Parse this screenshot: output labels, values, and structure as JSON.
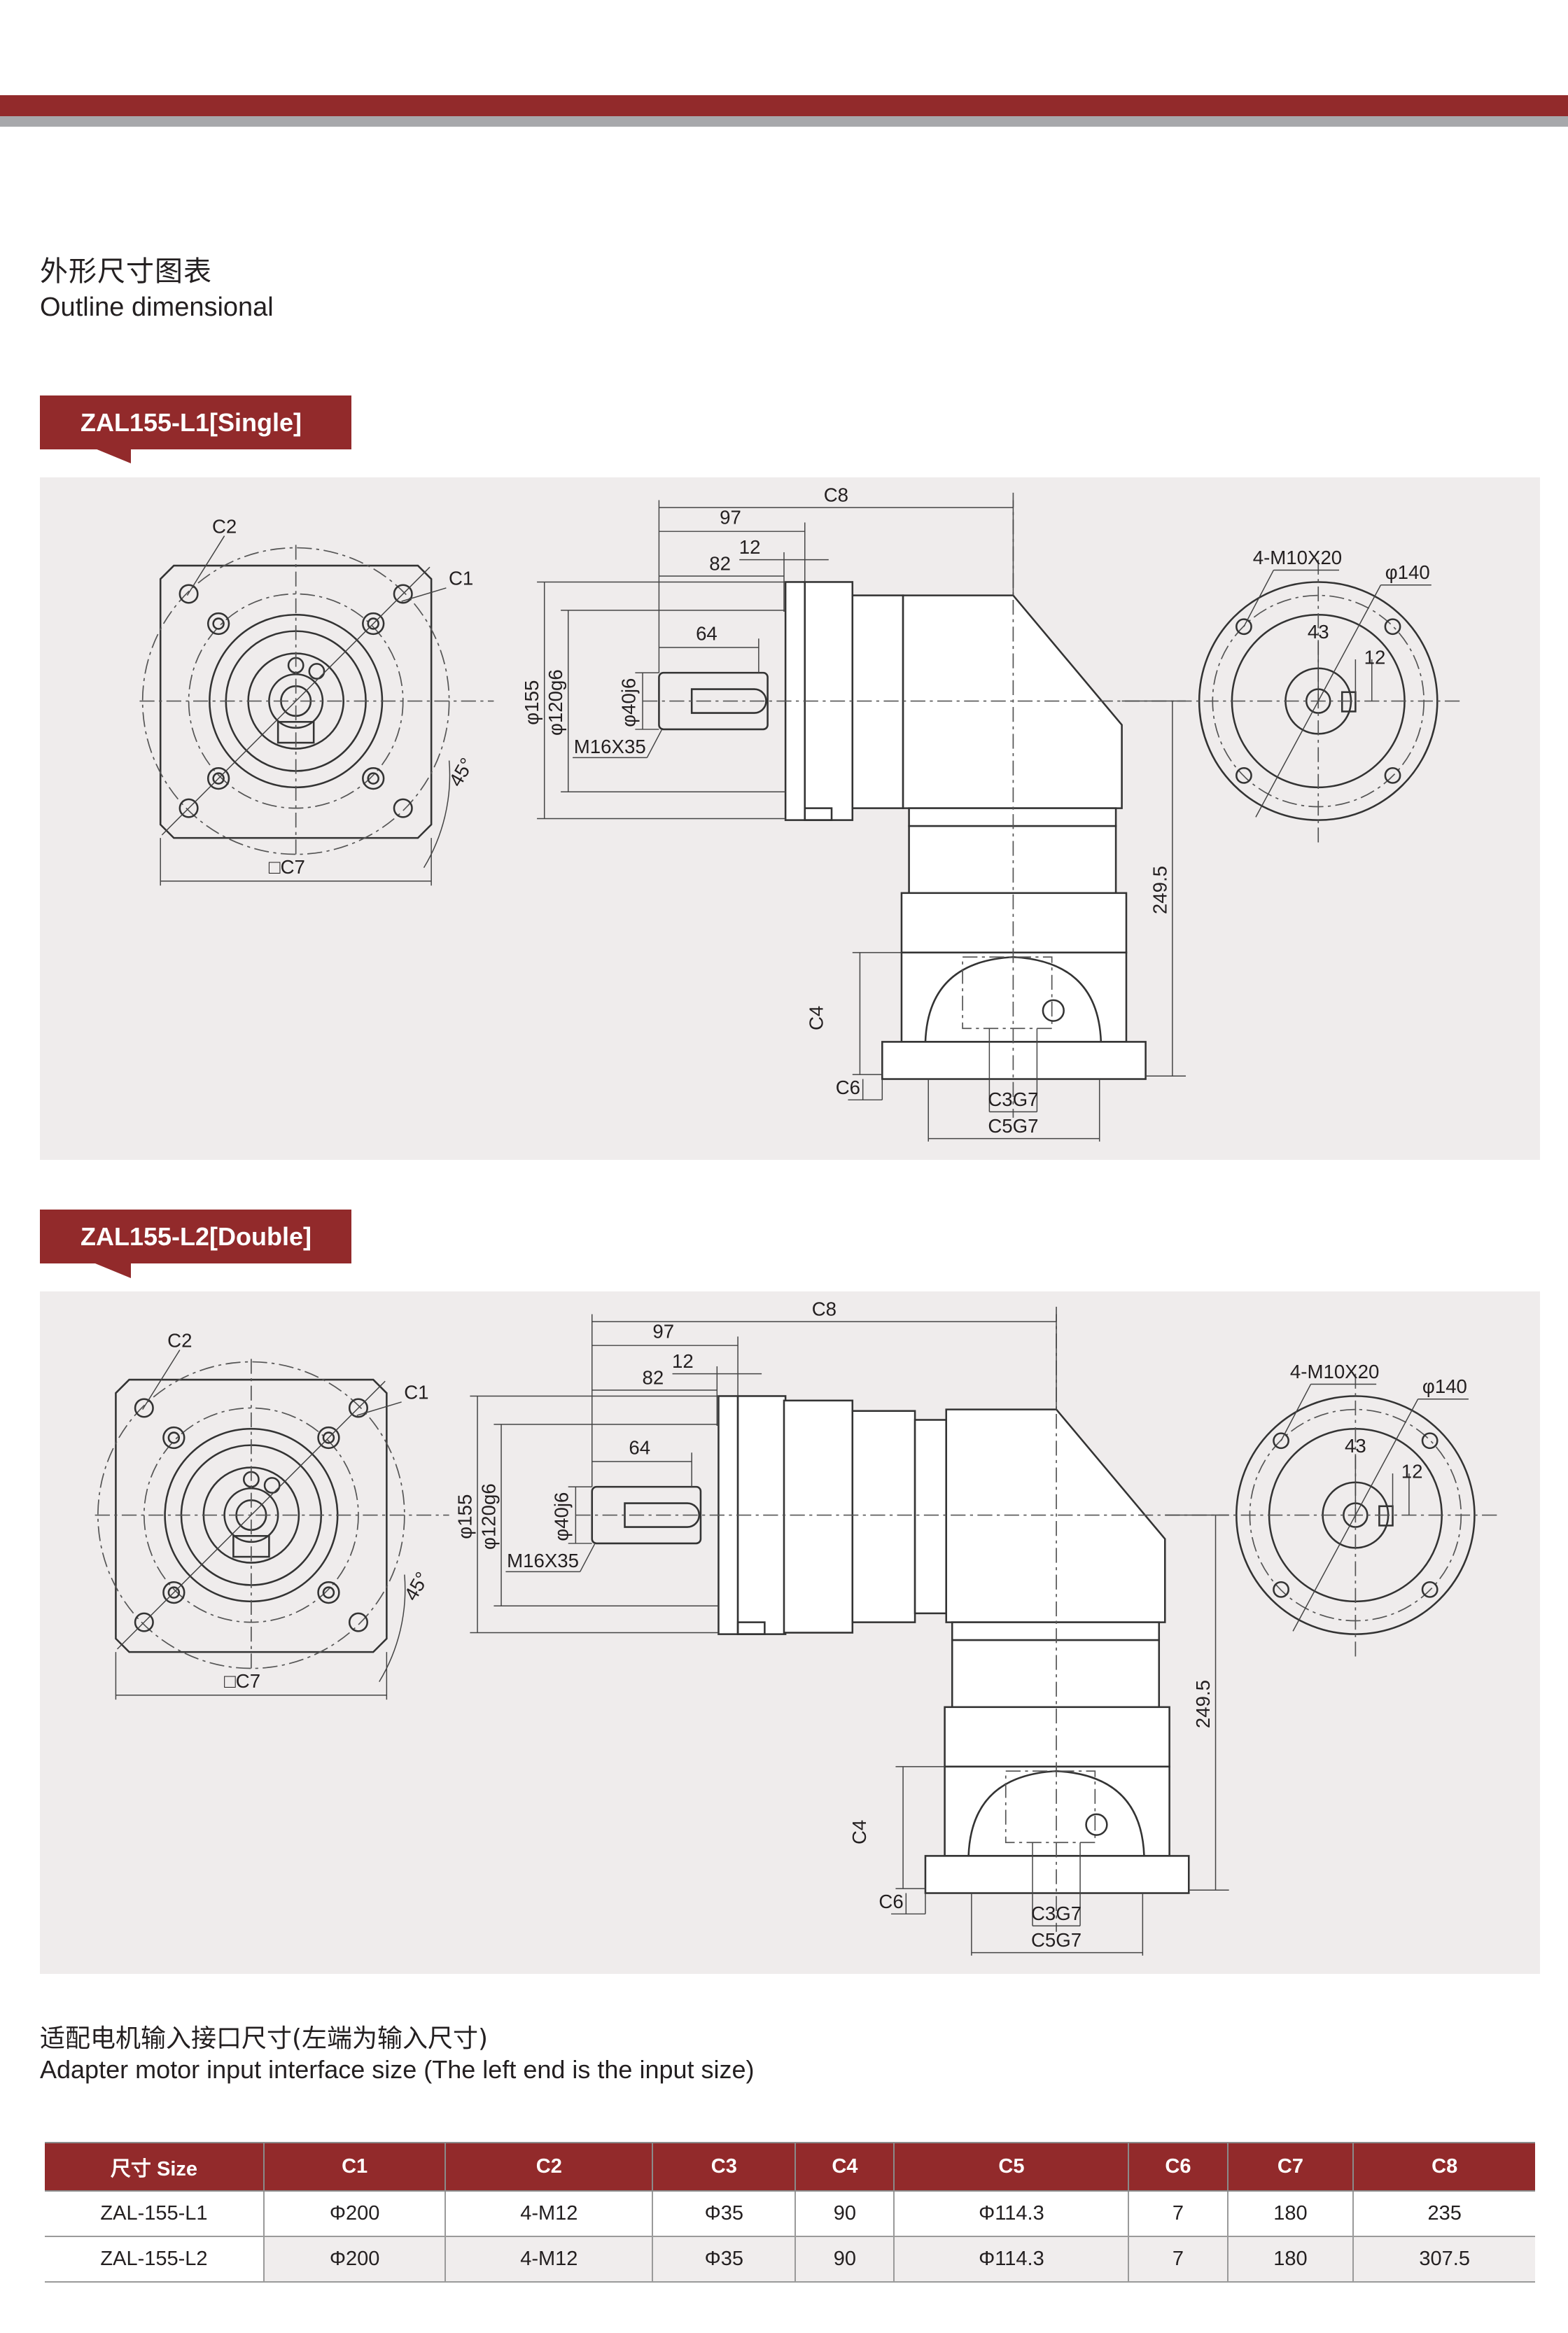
{
  "header": {
    "title_cn": "外形尺寸图表",
    "title_en": "Outline dimensional"
  },
  "colors": {
    "brand": "#922a2b",
    "gray_bar": "#a7a8ab",
    "panel_bg": "#efecec"
  },
  "sections": [
    {
      "tab": "ZAL155-L1[Single]",
      "labels": {
        "c1": "C1",
        "c2": "C2",
        "c7": "□C7",
        "angle": "45°",
        "c8": "C8",
        "d97": "97",
        "d82": "82",
        "d12": "12",
        "d64": "64",
        "phi155": "φ155",
        "phi120": "φ120g6",
        "phi40": "φ40j6",
        "thread": "M16X35",
        "h249": "249.5",
        "c4": "C4",
        "c6": "C6",
        "c3": "C3G7",
        "c5": "C5G7",
        "bolts": "4-M10X20",
        "phi140": "φ140",
        "d43": "43",
        "r12": "12"
      }
    },
    {
      "tab": "ZAL155-L2[Double]",
      "labels": {
        "c1": "C1",
        "c2": "C2",
        "c7": "□C7",
        "angle": "45°",
        "c8": "C8",
        "d97": "97",
        "d82": "82",
        "d12": "12",
        "d64": "64",
        "phi155": "φ155",
        "phi120": "φ120g6",
        "phi40": "φ40j6",
        "thread": "M16X35",
        "h249": "249.5",
        "c4": "C4",
        "c6": "C6",
        "c3": "C3G7",
        "c5": "C5G7",
        "bolts": "4-M10X20",
        "phi140": "φ140",
        "d43": "43",
        "r12": "12"
      }
    }
  ],
  "caption": {
    "cn": "适配电机输入接口尺寸(左端为输入尺寸)",
    "en": "Adapter motor input interface size (The left end is the input size)"
  },
  "table": {
    "headers": [
      "尺寸 Size",
      "C1",
      "C2",
      "C3",
      "C4",
      "C5",
      "C6",
      "C7",
      "C8"
    ],
    "rows": [
      [
        "ZAL-155-L1",
        "Φ200",
        "4-M12",
        "Φ35",
        "90",
        "Φ114.3",
        "7",
        "180",
        "235"
      ],
      [
        "ZAL-155-L2",
        "Φ200",
        "4-M12",
        "Φ35",
        "90",
        "Φ114.3",
        "7",
        "180",
        "307.5"
      ]
    ]
  }
}
